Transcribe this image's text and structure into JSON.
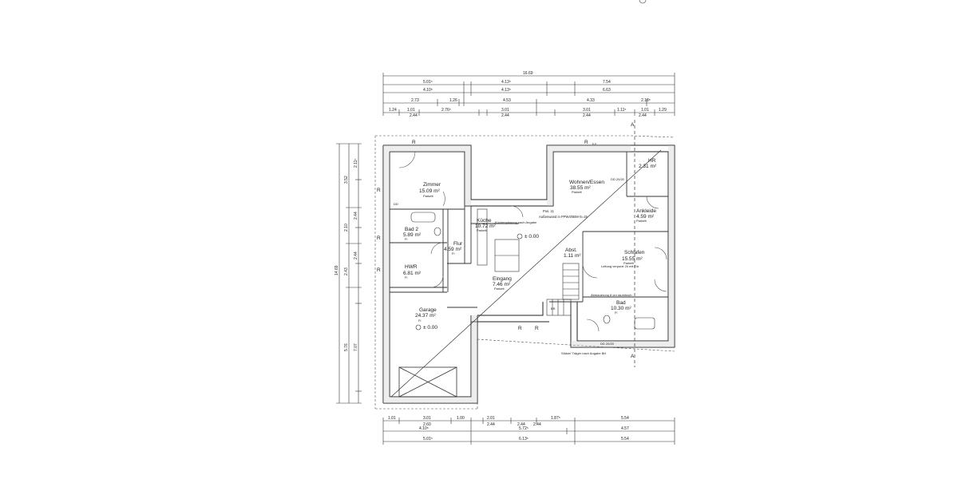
{
  "dimensions": {
    "top": {
      "overall": "16.69",
      "row1": [
        "5.01⁵",
        "4.13⁵",
        "7.54"
      ],
      "row2": [
        "4.10⁵",
        "4.13⁵",
        "6.63"
      ],
      "row3": [
        "2.73",
        "1.26",
        "4.53",
        "4.33",
        "2.18⁵"
      ],
      "row4": [
        "1.24",
        "1.01",
        "2.76⁵",
        "3.01",
        "3.01",
        "1.11⁵",
        "1.01",
        "1.29"
      ],
      "row4_sub": [
        "2.44",
        "2.44",
        "2.44",
        "2.44"
      ]
    },
    "bottom": {
      "row1": [
        "1.01",
        "3.01",
        "1.00",
        "2.01",
        "1.87⁵",
        "5.54"
      ],
      "row1_sub": [
        "2.60",
        "2.44",
        "2.44",
        "2.44"
      ],
      "row2": [
        "4.10⁵",
        "5.72⁵",
        "4.57"
      ],
      "row3": [
        "5.01⁵",
        "6.13⁵",
        "5.54"
      ]
    },
    "left": {
      "overall": "14.69",
      "col1": [
        "3.52",
        "2.10",
        "2.43",
        "5.76"
      ],
      "col2": [
        "2.11⁵",
        "2.44",
        "2.44",
        "7.07"
      ]
    }
  },
  "rooms": [
    {
      "name": "Zimmer",
      "area": "15.09 m²",
      "floor": "Parkett"
    },
    {
      "name": "Bad 2",
      "area": "5.89 m²",
      "floor": "Fl"
    },
    {
      "name": "Küche",
      "area": "10.72 m²",
      "floor": "Parkett"
    },
    {
      "name": "Flur",
      "area": "4.59 m²",
      "floor": "Fl"
    },
    {
      "name": "HWR",
      "area": "6.81 m²",
      "floor": "Fl"
    },
    {
      "name": "Garage",
      "area": "24.37 m²",
      "floor": "Fl"
    },
    {
      "name": "Wohnen/Essen",
      "area": "38.55 m²",
      "floor": "Parkett"
    },
    {
      "name": "HR",
      "area": "2.31 m²",
      "floor": ""
    },
    {
      "name": "Ankleide",
      "area": "4.59 m²",
      "floor": "Parkett"
    },
    {
      "name": "Abst.",
      "area": "1.11 m²",
      "floor": ""
    },
    {
      "name": "Schlafen",
      "area": "15.55 m²",
      "floor": "Parkett"
    },
    {
      "name": "Eingang",
      "area": "7.46 m²",
      "floor": "Parkett"
    },
    {
      "name": "Bad",
      "area": "10.30 m²",
      "floor": "Fl"
    }
  ],
  "annotations": {
    "level_1": "± 0.00",
    "level_2": "± 0.00",
    "wall_note": "Außenwand in PPW4/0BM-S=15",
    "pos_tag": "Pos. 11",
    "kitchen_note": "Küchenplanung nach Angabe",
    "dd_label": "DD 20/20",
    "dd_label_2": "DD 20/20",
    "stuetze": "Stütze/ Träger nach Angabe BH",
    "leitung": "Leitung verputzt 20 mit Tür",
    "abmauerung": "Abmauerung 6 cm raumhoch",
    "section_mark": "A",
    "window_tag": "R",
    "fe_tag": "F.F.",
    "br_label": "BR",
    "dd_small": "DD"
  }
}
